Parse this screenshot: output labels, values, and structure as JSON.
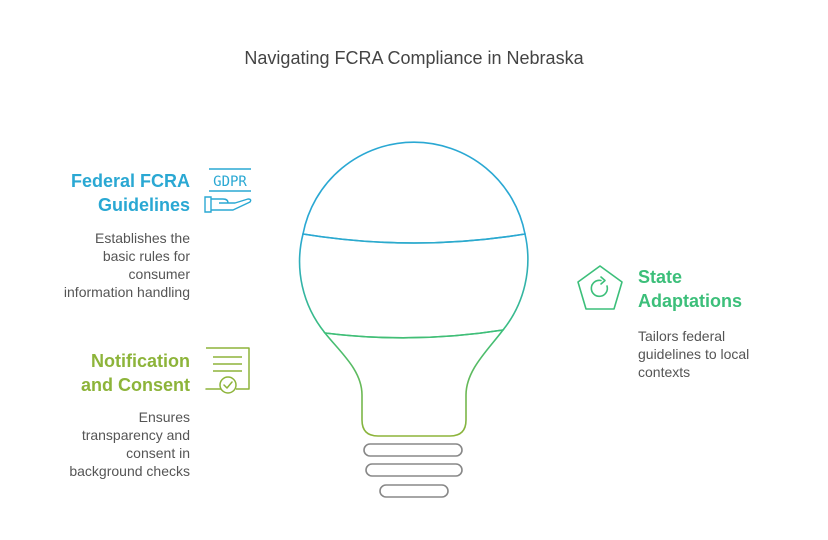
{
  "title": "Navigating FCRA Compliance in Nebraska",
  "colors": {
    "federal": "#2aa8d3",
    "notification": "#8db43a",
    "state": "#3cbf7a",
    "bulb_top": "#2aa8d3",
    "bulb_mid": "#32b88a",
    "bulb_bottom": "#8db43a",
    "base": "#888888"
  },
  "sections": {
    "federal": {
      "heading_line1": "Federal FCRA",
      "heading_line2": "Guidelines",
      "icon": "gdpr-hand-icon",
      "icon_text": "GDPR",
      "desc": [
        "Establishes the",
        "basic rules for",
        "consumer",
        "information handling"
      ]
    },
    "notification": {
      "heading_line1": "Notification",
      "heading_line2": "and Consent",
      "icon": "certificate-icon",
      "desc": [
        "Ensures",
        "transparency and",
        "consent in",
        "background checks"
      ]
    },
    "state": {
      "heading_line1": "State",
      "heading_line2": "Adaptations",
      "icon": "refresh-pentagon-icon",
      "desc": [
        "Tailors federal",
        "guidelines to local",
        "contexts"
      ]
    }
  }
}
